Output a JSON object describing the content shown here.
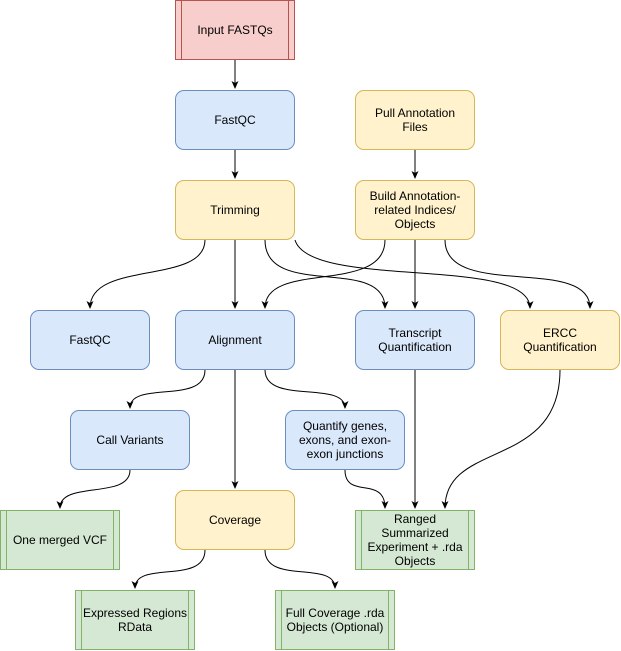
{
  "nodes": {
    "input_fastqs": "Input FASTQs",
    "fastqc_top": "FastQC",
    "pull_annotation": "Pull Annotation Files",
    "trimming": "Trimming",
    "build_annotation": "Build Annotation-related Indices/ Objects",
    "fastqc_mid": "FastQC",
    "alignment": "Alignment",
    "transcript_quant": "Transcript Quantification",
    "ercc_quant": "ERCC Quantification",
    "call_variants": "Call Variants",
    "quantify_genes": "Quantify genes, exons, and exon-exon junctions",
    "merged_vcf": "One merged VCF",
    "coverage": "Coverage",
    "ranged_summarized": "Ranged Summarized Experiment + .rda Objects",
    "expressed_regions": "Expressed Regions RData",
    "full_coverage": "Full Coverage .rda Objects (Optional)"
  },
  "colors": {
    "blue_fill": "#dae8fc",
    "blue_stroke": "#6c8ebf",
    "yellow_fill": "#fff2cc",
    "yellow_stroke": "#d6b656",
    "red_fill": "#f8cecc",
    "red_stroke": "#b85450",
    "green_fill": "#d5e8d4",
    "green_stroke": "#82b366"
  }
}
